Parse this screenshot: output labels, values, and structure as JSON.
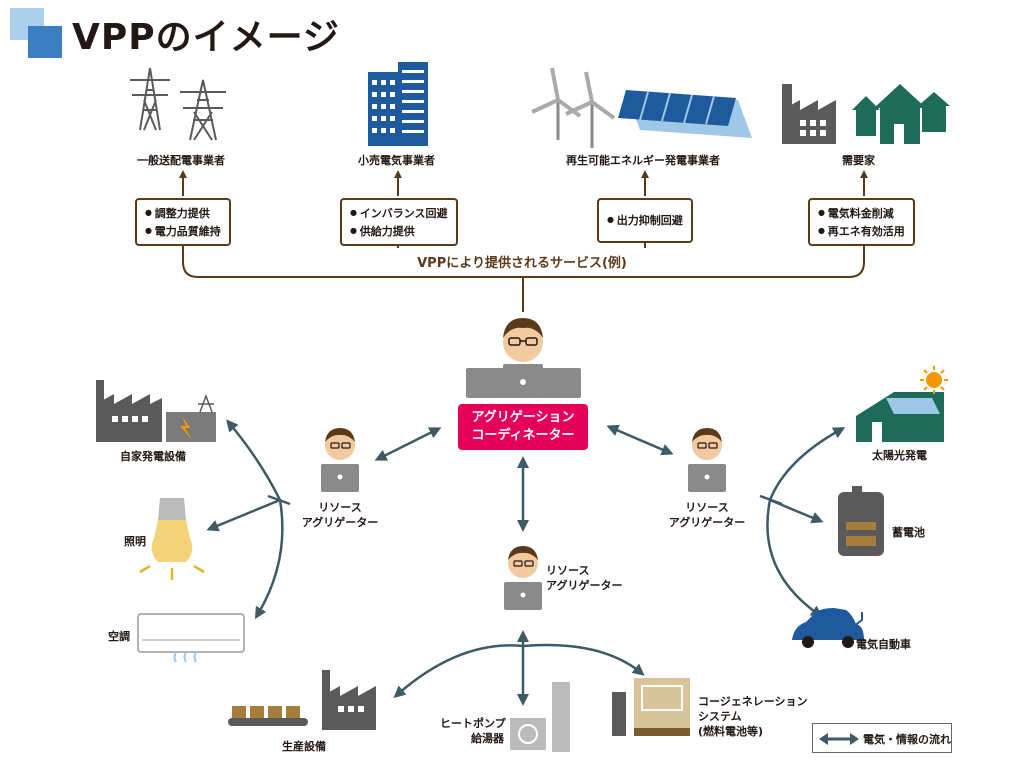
{
  "title": "VPPのイメージ",
  "top_entities": [
    {
      "label": "一般送配電事業者"
    },
    {
      "label": "小売電気事業者"
    },
    {
      "label": "再生可能エネルギー発電事業者"
    },
    {
      "label": "需要家"
    }
  ],
  "service_boxes": [
    {
      "items": [
        "調整力提供",
        "電力品質維持"
      ]
    },
    {
      "items": [
        "インバランス回避",
        "供給力提供"
      ]
    },
    {
      "items": [
        "出力抑制回避"
      ]
    },
    {
      "items": [
        "電気料金削減",
        "再エネ有効活用"
      ]
    }
  ],
  "services_caption": "VPPにより提供されるサービス(例)",
  "coordinator": {
    "line1": "アグリゲーション",
    "line2": "コーディネーター"
  },
  "aggregators": [
    {
      "line1": "リソース",
      "line2": "アグリゲーター"
    },
    {
      "line1": "リソース",
      "line2": "アグリゲーター"
    },
    {
      "line1": "リソース",
      "line2": "アグリゲーター"
    }
  ],
  "resources_left": [
    "自家発電設備",
    "照明",
    "空調"
  ],
  "resources_right": [
    "太陽光発電",
    "蓄電池",
    "電気自動車"
  ],
  "resources_bottom": {
    "production": "生産設備",
    "heatpump_line1": "ヒートポンプ",
    "heatpump_line2": "給湯器",
    "cogen_line1": "コージェネレーション",
    "cogen_line2": "システム",
    "cogen_line3": "(燃料電池等)"
  },
  "legend": "電気・情報の流れ",
  "colors": {
    "brown": "#5b3a1a",
    "teal": "#3d5a66",
    "coordinator": "#e5005a",
    "blue": "#1f5a9e",
    "green": "#1e6b5a",
    "gray": "#5a5a5a",
    "title_square_light": "#9fc8e8",
    "title_square_dark": "#3a7fc1"
  }
}
